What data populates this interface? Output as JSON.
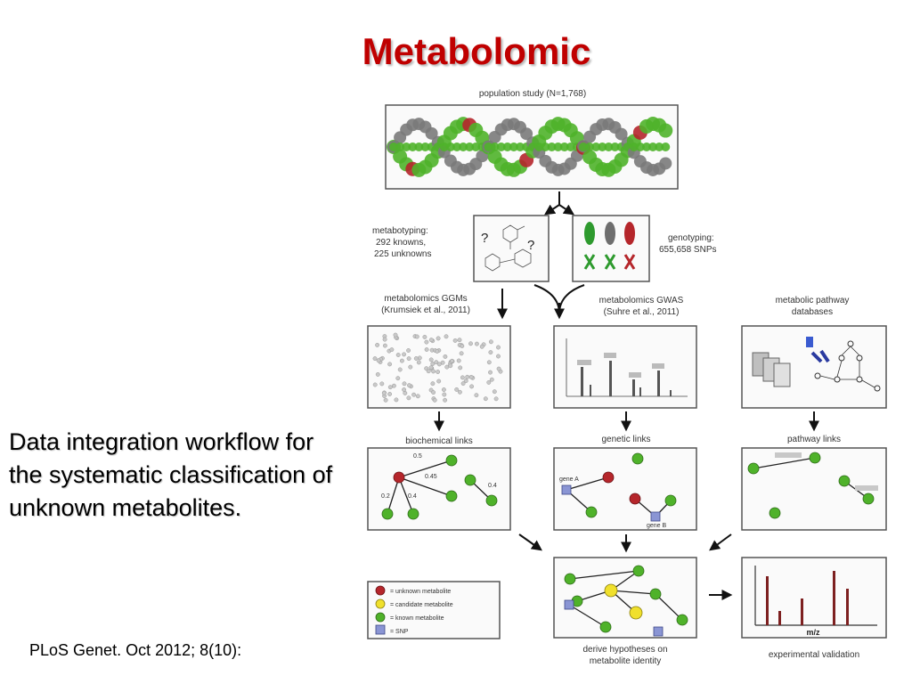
{
  "slide": {
    "title": "Metabolomic",
    "body": "Data integration workflow for the systematic classification of unknown metabolites.",
    "citation": "PLoS Genet. Oct 2012; 8(10):"
  },
  "diagram": {
    "population_label": "population study (N=1,768)",
    "metabotyping": [
      "metabotyping:",
      "292 knowns,",
      "225 unknowns"
    ],
    "genotyping": [
      "genotyping:",
      "655,658 SNPs"
    ],
    "ggm": [
      "metabolomics GGMs",
      "(Krumsiek et al., 2011)"
    ],
    "gwas": [
      "metabolomics GWAS",
      "(Suhre et al., 2011)"
    ],
    "pathway_db": [
      "metabolic pathway",
      "databases"
    ],
    "biochemical_links": "biochemical links",
    "genetic_links": "genetic links",
    "pathway_links": "pathway links",
    "edge_weights": [
      "0.5",
      "0.45",
      "0.2",
      "0.4",
      "0.4"
    ],
    "gene_a": "gene A",
    "gene_b": "gene B",
    "question_mark": "?",
    "legend": [
      "= unknown metabolite",
      "= candidate metabolite",
      "= known metabolite",
      "= SNP"
    ],
    "derive": [
      "derive hypotheses on",
      "metabolite identity"
    ],
    "mz": "m/z",
    "experimental": "experimental validation",
    "colors": {
      "known": "#4fb22a",
      "unknown": "#b5262b",
      "candidate": "#f0e02c",
      "snp": "#8a95d4",
      "title": "#c00000"
    }
  }
}
